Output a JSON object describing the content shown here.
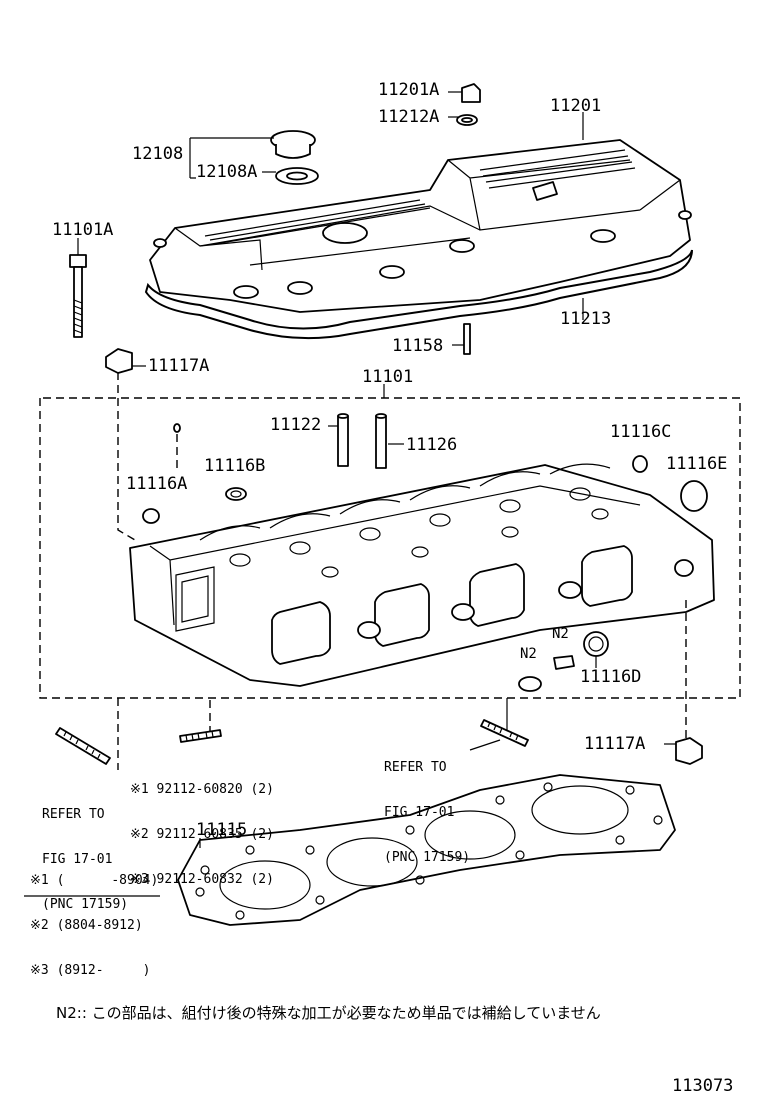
{
  "diagram": {
    "part_labels": {
      "p11201A": "11201A",
      "p11212A": "11212A",
      "p11201": "11201",
      "p12108": "12108",
      "p12108A": "12108A",
      "p11101A": "11101A",
      "p11117A_top": "11117A",
      "p11213": "11213",
      "p11158": "11158",
      "p11101": "11101",
      "p11122": "11122",
      "p11126": "11126",
      "p11116C": "11116C",
      "p11116E": "11116E",
      "p11116B": "11116B",
      "p11116A": "11116A",
      "n2_a": "N2",
      "n2_b": "N2",
      "p11116D": "11116D",
      "p11117A_bottom": "11117A",
      "p11115": "11115"
    },
    "refer_left": [
      "REFER TO",
      "FIG 17-01",
      "(PNC 17159)"
    ],
    "refer_right": [
      "REFER TO",
      "FIG 17-01",
      "(PNC 17159)"
    ],
    "studs": [
      "※1 92112-60820 (2)",
      "※2 92112-60835 (2)",
      "※3 92112-60832 (2)"
    ],
    "footnotes": [
      {
        "mark": "※1",
        "range": "(      -8904)"
      },
      {
        "mark": "※2",
        "range": "(8804-8912)"
      },
      {
        "mark": "※3",
        "range": "(8912-     )"
      }
    ],
    "note": "N2:: この部品は、組付け後の特殊な加工が必要なため単品では補給していません",
    "diagram_number": "113073"
  }
}
